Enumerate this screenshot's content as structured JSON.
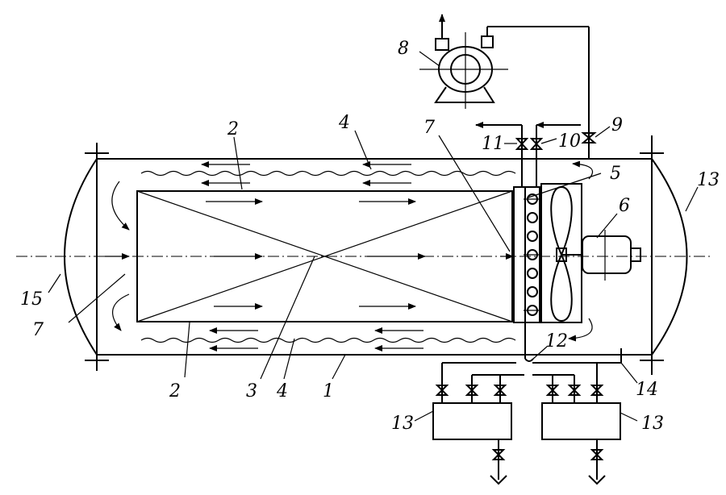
{
  "diagram": {
    "labels": {
      "l1": "1",
      "l2a": "2",
      "l2b": "2",
      "l3": "3",
      "l4a": "4",
      "l4b": "4",
      "l5": "5",
      "l6": "6",
      "l7a": "7",
      "l7b": "7",
      "l8": "8",
      "l9": "9",
      "l10": "10",
      "l11": "11",
      "l12": "12",
      "l13a": "13",
      "l13b": "13",
      "l13c": "13",
      "l14": "14",
      "l15": "15"
    }
  }
}
